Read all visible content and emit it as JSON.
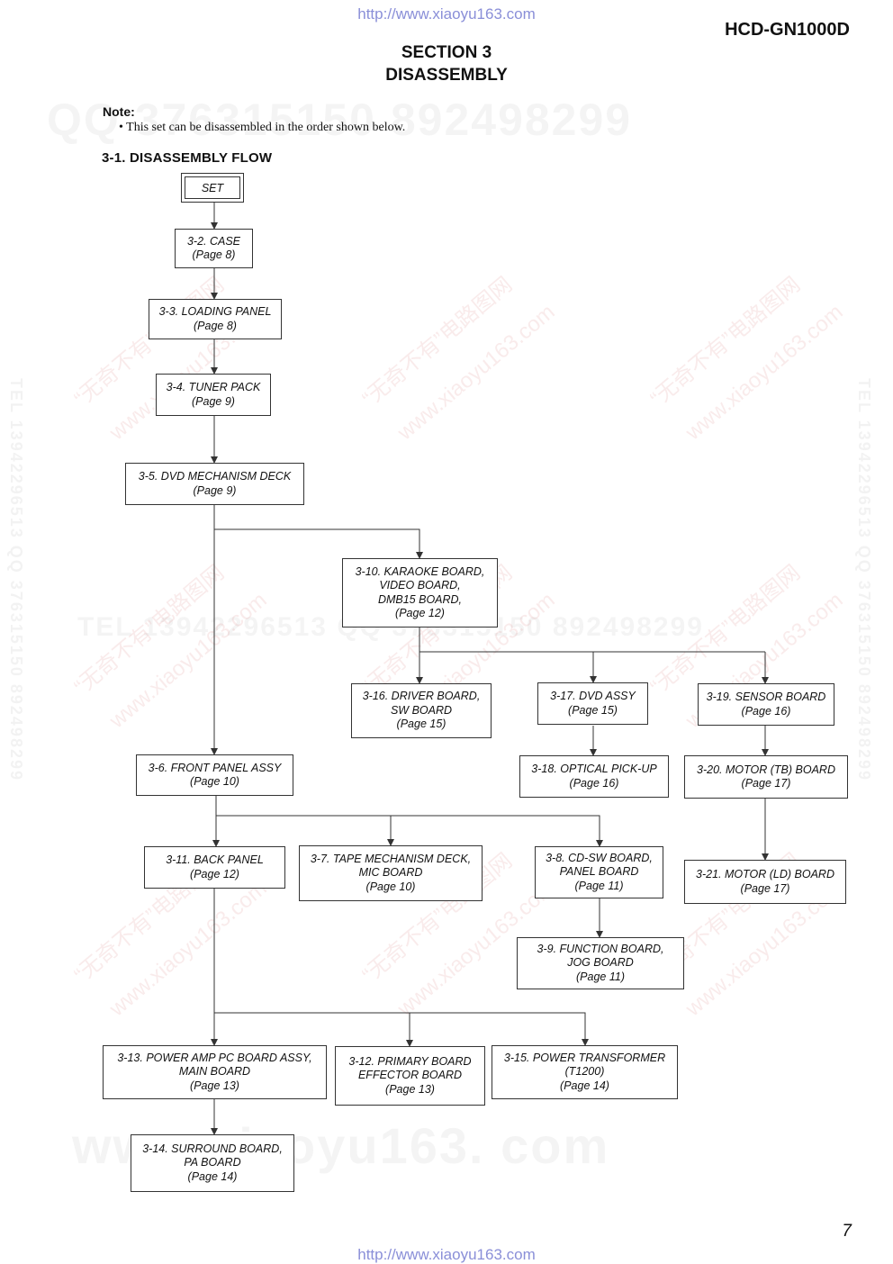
{
  "header": {
    "url_top": "http://www.xiaoyu163.com",
    "model": "HCD-GN1000D",
    "section": "SECTION 3",
    "title": "DISASSEMBLY"
  },
  "note": {
    "heading": "Note:",
    "text": "• This set can be disassembled in the order shown below."
  },
  "flow_heading": "3-1.   DISASSEMBLY  FLOW",
  "boxes": {
    "set": "SET",
    "case": [
      "3-2. CASE",
      "(Page 8)"
    ],
    "loading_panel": [
      "3-3. LOADING PANEL",
      "(Page 8)"
    ],
    "tuner_pack": [
      "3-4. TUNER PACK",
      "(Page 9)"
    ],
    "dvd_mech": [
      "3-5. DVD MECHANISM DECK",
      "(Page 9)"
    ],
    "karaoke": [
      "3-10. KARAOKE BOARD,",
      "VIDEO BOARD,",
      "DMB15 BOARD,",
      "(Page 12)"
    ],
    "driver": [
      "3-16. DRIVER BOARD,",
      "SW BOARD",
      "(Page 15)"
    ],
    "dvd_assy": [
      "3-17. DVD ASSY",
      "(Page 15)"
    ],
    "sensor": [
      "3-19. SENSOR BOARD",
      "(Page 16)"
    ],
    "front_panel": [
      "3-6. FRONT PANEL ASSY",
      "(Page 10)"
    ],
    "optical": [
      "3-18. OPTICAL PICK-UP",
      "(Page 16)"
    ],
    "motor_tb": [
      "3-20. MOTOR (TB) BOARD",
      "(Page 17)"
    ],
    "back_panel": [
      "3-11. BACK PANEL",
      "(Page 12)"
    ],
    "tape_mech": [
      "3-7. TAPE MECHANISM DECK,",
      "MIC BOARD",
      "(Page 10)"
    ],
    "cd_sw": [
      "3-8. CD-SW BOARD,",
      "PANEL BOARD",
      "(Page 11)"
    ],
    "motor_ld": [
      "3-21. MOTOR (LD) BOARD",
      "(Page 17)"
    ],
    "function": [
      "3-9. FUNCTION BOARD,",
      "JOG BOARD",
      "(Page 11)"
    ],
    "power_amp": [
      "3-13. POWER AMP PC BOARD ASSY,",
      "MAIN BOARD",
      "(Page 13)"
    ],
    "primary": [
      "3-12. PRIMARY BOARD",
      "EFFECTOR BOARD",
      "(Page 13)"
    ],
    "transformer": [
      "3-15. POWER TRANSFORMER",
      "(T1200)",
      "(Page 14)"
    ],
    "surround": [
      "3-14. SURROUND BOARD,",
      "PA BOARD",
      "(Page 14)"
    ]
  },
  "footer": {
    "page_number": "7",
    "url_bottom": "http://www.xiaoyu163.com"
  },
  "watermarks": {
    "qq_line": "QQ 376315150   892498299",
    "tel_line": "TEL 13942296513   QQ 376315150   892498299",
    "side_text": "TEL 13942296513  QQ 376315150  892498299",
    "bottom_line": "www.xiaoyu163. com",
    "stamp_cn": "“无奇不有”电路图网",
    "stamp_url": "www.xiaoyu163.com"
  }
}
